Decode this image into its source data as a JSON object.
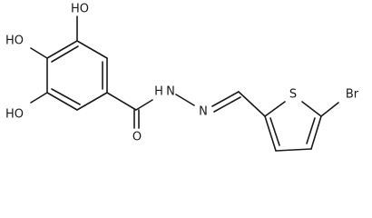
{
  "molecule": {
    "atoms": {
      "oh_top": "HO",
      "oh_mid": "HO",
      "oh_bottom": "HO",
      "carbonyl_o": "O",
      "nh": "H",
      "n_amide": "N",
      "n_imine": "N",
      "sulfur": "S",
      "bromine": "Br"
    }
  }
}
